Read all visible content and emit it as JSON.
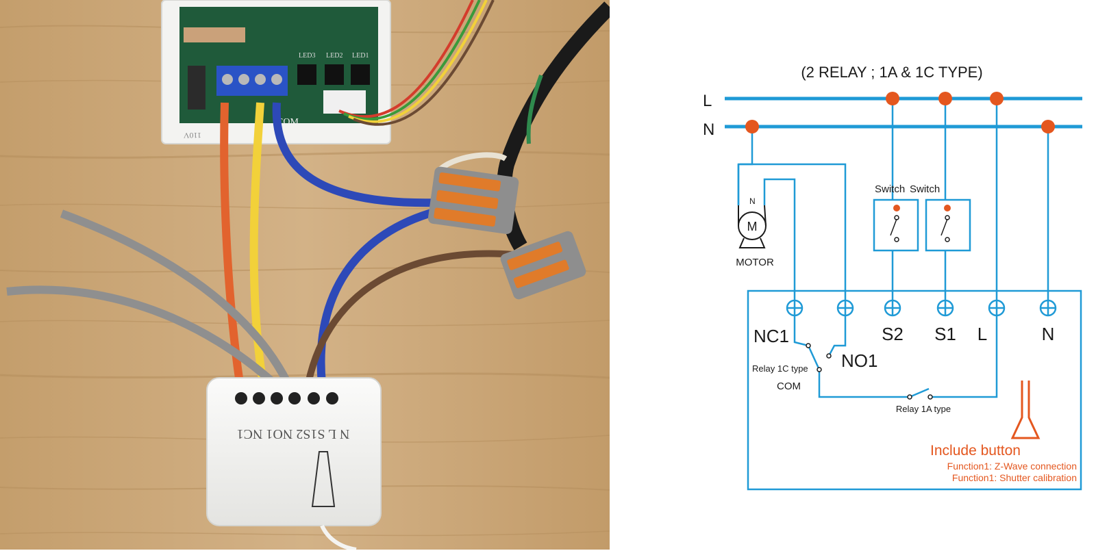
{
  "photo": {
    "relay_box_print_top": "110V",
    "board_labels": [
      "LED3",
      "LED2",
      "LED1"
    ],
    "terminal_com_label": "COM",
    "module_pin_labels": [
      "NC1",
      "NO1",
      "S2",
      "S1",
      "L",
      "N"
    ],
    "module_label_text": "N L S1S2 NO1 NC1",
    "colors": {
      "wood": "#c9a77a",
      "wire_red": "#e2632e",
      "wire_yellow": "#f2d13a",
      "wire_blue": "#2d49b8",
      "wire_gray": "#8f8f8f",
      "wire_brown": "#6b4a33",
      "connector_orange": "#e07b2a",
      "module_white": "#f4f4f2"
    }
  },
  "diagram": {
    "title": "(2 RELAY ; 1A & 1C TYPE)",
    "bus_labels": {
      "l": "L",
      "n": "N"
    },
    "motor_label": "MOTOR",
    "motor_letter": "M",
    "motor_terminal": "N",
    "switch_labels": [
      "Switch",
      "Switch"
    ],
    "terminal_labels": {
      "nc1": "NC1",
      "no1": "NO1",
      "s2": "S2",
      "s1": "S1",
      "l": "L",
      "n": "N"
    },
    "relay_1c_label": "Relay 1C type",
    "com_label": "COM",
    "relay_1a_label": "Relay 1A type",
    "include_button_title": "Include button",
    "include_functions": [
      "Function1: Z-Wave connection",
      "Function1: Shutter calibration"
    ],
    "colors": {
      "wire": "#1f9ad6",
      "node": "#e4571f",
      "text": "#1a1a1a",
      "accent": "#e4571f"
    }
  }
}
